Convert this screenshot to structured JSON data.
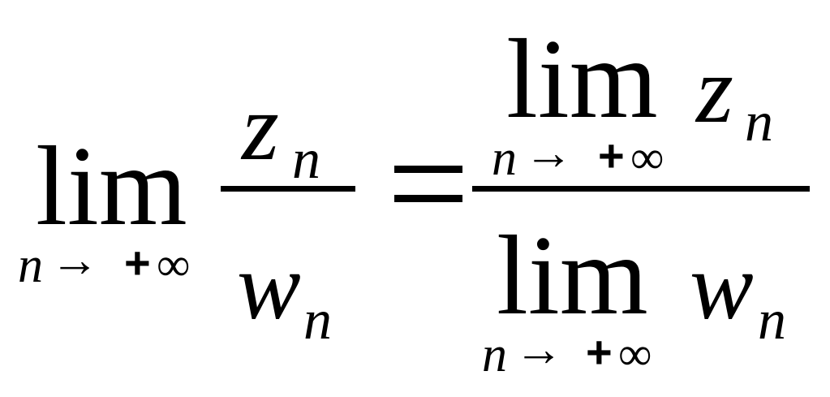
{
  "formula": {
    "lim": "lim",
    "n": "n",
    "arrow": "→",
    "plus": "+",
    "infinity": "∞",
    "z": "z",
    "w": "w",
    "equals": "="
  }
}
